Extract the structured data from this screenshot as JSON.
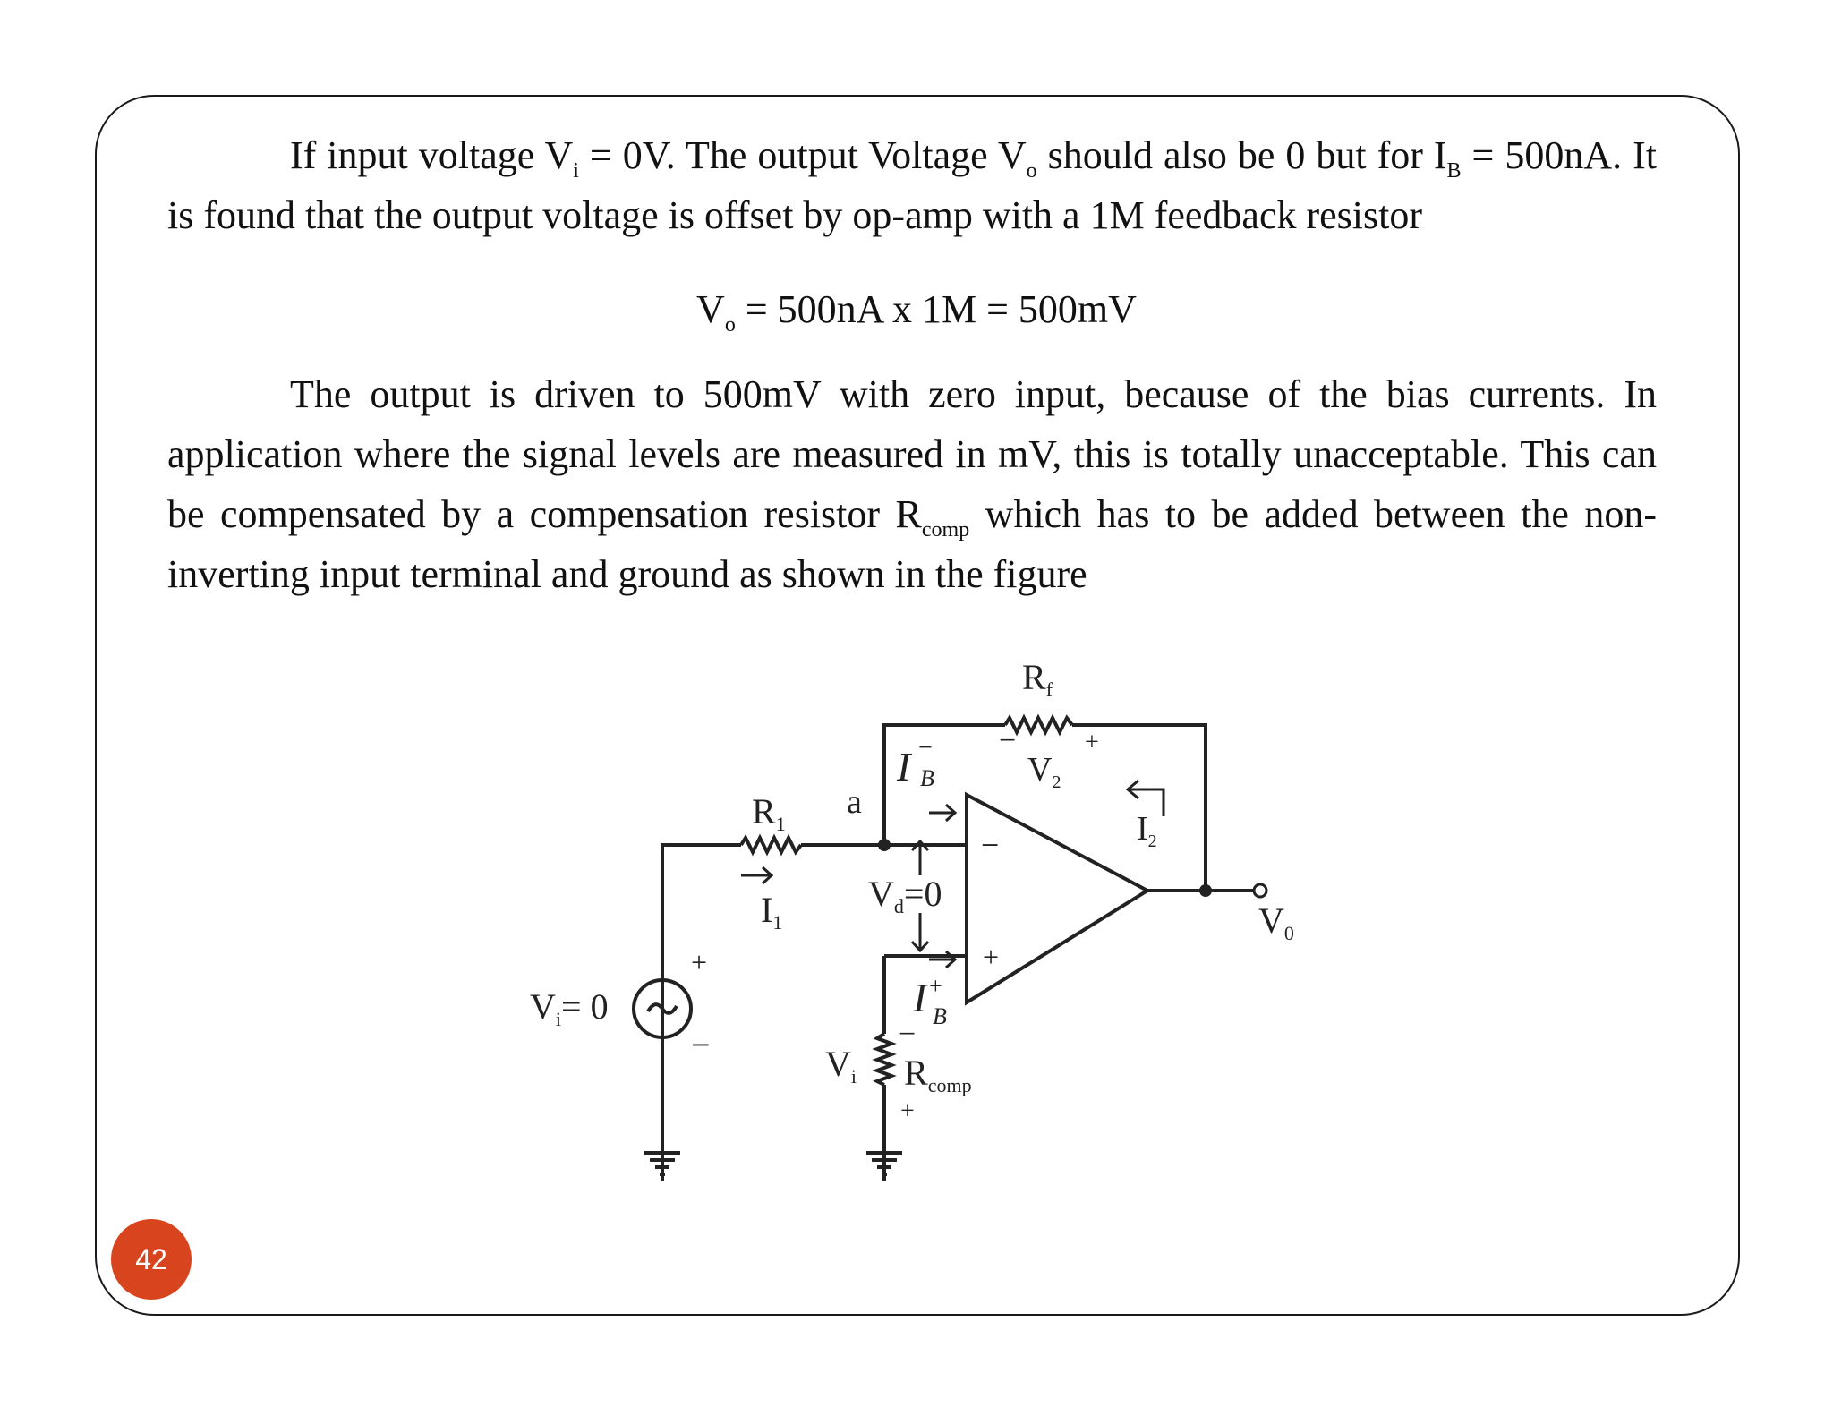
{
  "slide": {
    "para1": {
      "t1": "If input voltage V",
      "s1": "i",
      "t2": " = 0V.  The output Voltage V",
      "s2": "o",
      "t3": " should also be 0 but for I",
      "s3": "B",
      "t4": " = 500nA.  It is found    that the output voltage is offset by op-amp with a 1M feedback resistor"
    },
    "equation": {
      "t1": "V",
      "s1": "o",
      "t2": " = 500nA x 1M = 500mV"
    },
    "para2": {
      "t1": "The output is driven to 500mV with zero input, because of the bias currents. In application where the signal levels are measured in mV, this is totally unacceptable. This can be compensated by a compensation resistor R",
      "s1": "comp",
      "t2": "  which has to be added between the non-inverting input terminal and ground as shown in the figure"
    },
    "page_number": "42"
  },
  "circuit": {
    "rf": "R",
    "rf_sub": "f",
    "r1": "R",
    "r1_sub": "1",
    "node_a": "a",
    "ib_minus": "I",
    "ib_sub": "B",
    "minus_sign": "−",
    "plus_sign": "+",
    "v2": "V",
    "v2_sub": "2",
    "i2": "I",
    "i2_sub": "2",
    "i1": "I",
    "i1_sub": "1",
    "vd": "V",
    "vd_sub": "d",
    "vd_val": "=0",
    "vi_src": "V",
    "vi_src_sub": "i",
    "vi_src_val": "= 0",
    "vi": "V",
    "vi_sub": "i",
    "rcomp": "R",
    "rcomp_sub": "comp",
    "vo": "V",
    "vo_sub": "0",
    "ib_plus": "I",
    "tilde": "~"
  },
  "colors": {
    "page_badge": "#d7441d",
    "frame": "#1a1a1a"
  }
}
